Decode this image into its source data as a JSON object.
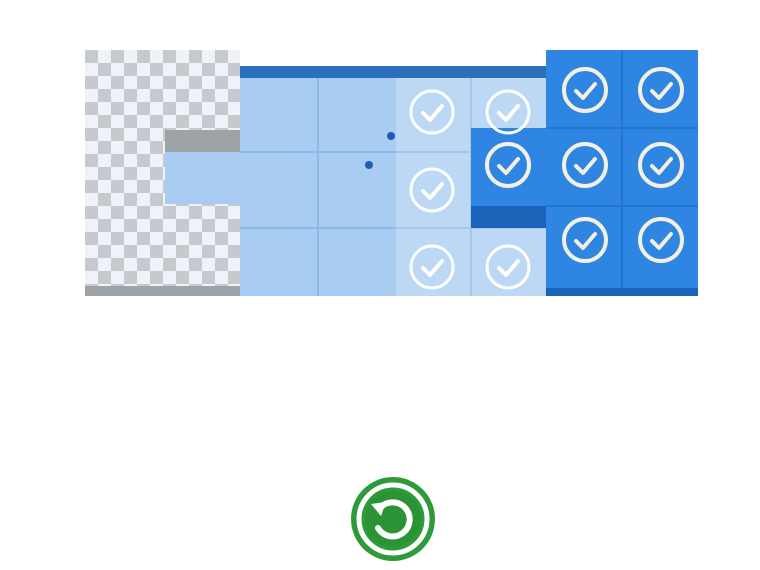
{
  "colors": {
    "background": "#ffffff",
    "checker_light": "#eef3f9",
    "checker_dark": "#c6cacf",
    "gray_edge": "#9ea3a8",
    "tile_light": "#a8ccf2",
    "tile_light_line": "#8db8e8",
    "tile_pale": "#bcd8f4",
    "tile_dark": "#2f86e2",
    "tile_dark_line": "#2274cc",
    "tile_dark_edge": "#1a63b8",
    "top_strip": "#2c6fba",
    "dot": "#1c5fb0",
    "check_pale": "#ffffff",
    "check_dark_ring": "#f4f0df",
    "replay_green": "#2e9a3a",
    "replay_green_dark": "#237a2c"
  },
  "board": {
    "columns": 8,
    "rows": 3,
    "empty_columns": 2,
    "light_columns": [
      2,
      3
    ],
    "pale_columns": [
      4,
      5
    ],
    "dark_columns": [
      6,
      7
    ],
    "pale_checked_cells": [
      [
        4,
        0
      ],
      [
        5,
        0
      ],
      [
        4,
        1
      ],
      [
        4,
        2
      ],
      [
        5,
        2
      ]
    ],
    "dark_checked_cells": [
      [
        6,
        0
      ],
      [
        7,
        0
      ],
      [
        5,
        1
      ],
      [
        6,
        1
      ],
      [
        7,
        1
      ],
      [
        6,
        2
      ],
      [
        7,
        2
      ]
    ]
  },
  "icons": {
    "check": "check-circle-icon",
    "replay": "replay-icon"
  }
}
